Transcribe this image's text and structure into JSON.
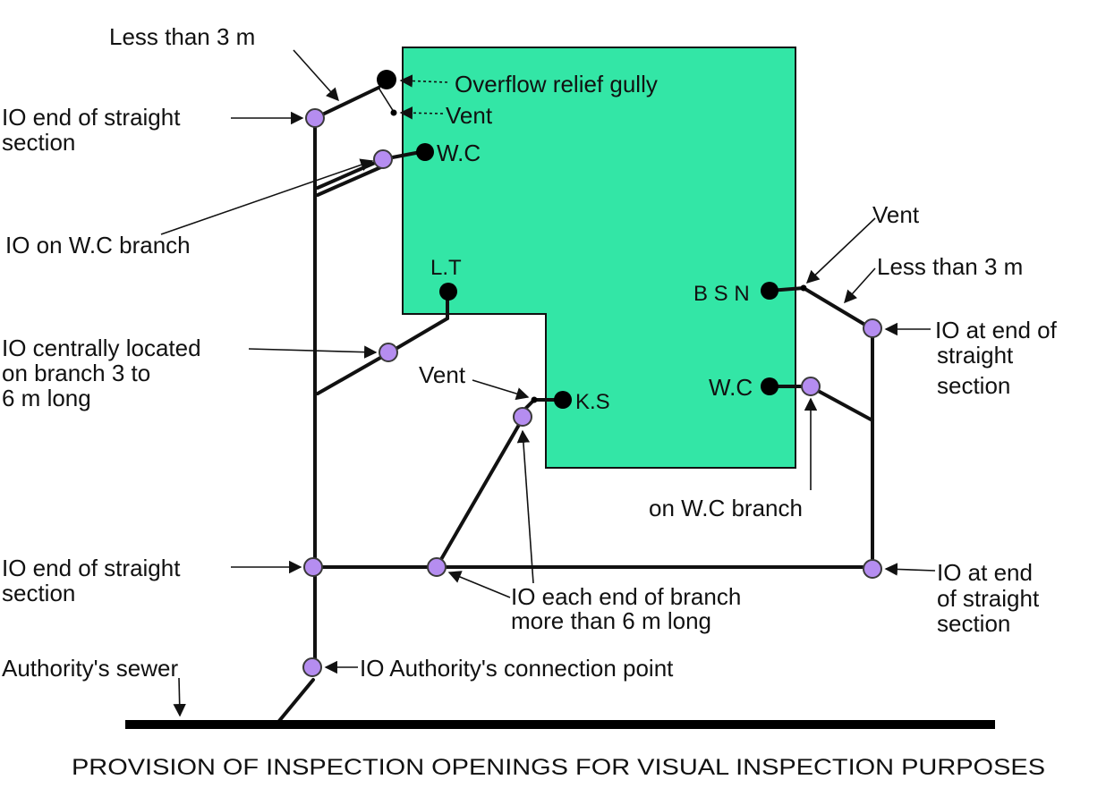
{
  "building_color": "#33e6a6",
  "io_color": "#b58df0",
  "caption": "PROVISION OF INSPECTION OPENINGS FOR VISUAL INSPECTION PURPOSES",
  "fixtures": {
    "overflow": "Overflow relief gully",
    "vent_top": "Vent",
    "wc_top": "W.C",
    "lt": "L.T",
    "bsn": "B S N",
    "vent_right": "Vent",
    "wc_right": "W.C",
    "ks": "K.S",
    "vent_ks": "Vent"
  },
  "labels": {
    "less_than_top": "Less than 3 m",
    "io_end_top_1": "IO end of straight",
    "io_end_top_2": "section",
    "io_wc_branch": "IO on W.C  branch",
    "io_central_1": "IO centrally  located",
    "io_central_2": "on branch  3 to",
    "io_central_3": "6 m  long",
    "less_than_right": "Less than 3 m",
    "io_at_end_r1": "IO at end of",
    "io_at_end_r2": "straight",
    "io_at_end_r3": "section",
    "on_wc_branch": "on W.C  branch",
    "io_end_bottom_1": "IO end of straight",
    "io_end_bottom_2": "section",
    "io_each_end_1": "IO each  end of branch",
    "io_each_end_2": "more than 6 m  long",
    "io_at_end_br1": "IO at end",
    "io_at_end_br2": "of straight",
    "io_at_end_br3": "section",
    "authority_sewer": "Authority's sewer",
    "io_authority": "IO Authority's connection point"
  }
}
